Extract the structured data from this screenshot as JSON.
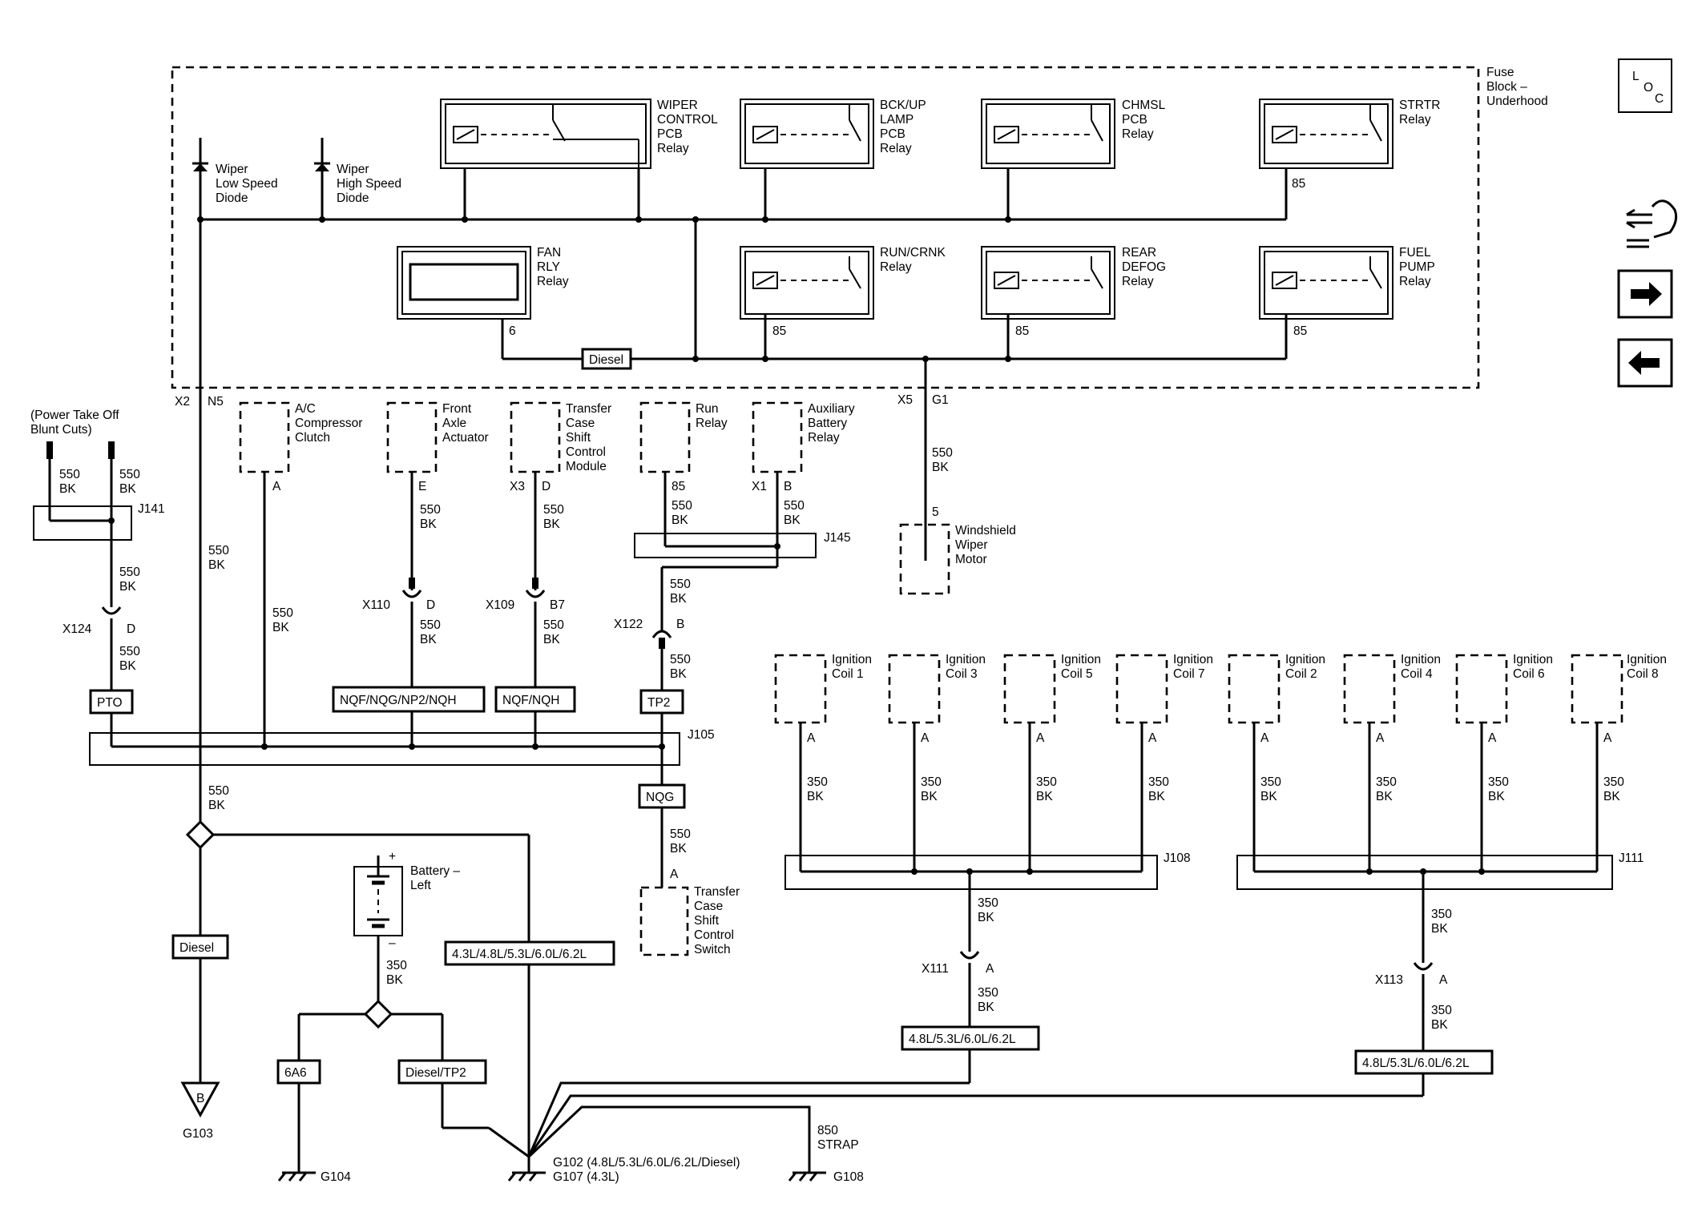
{
  "fuse_block": {
    "line1": "Fuse",
    "line2": "Block –",
    "line3": "Underhood"
  },
  "nav": {
    "loc_l": "L",
    "loc_o": "O",
    "loc_c": "C"
  },
  "relays": {
    "wiper": [
      "WIPER",
      "CONTROL",
      "PCB",
      "Relay"
    ],
    "bckup": [
      "BCK/UP",
      "LAMP",
      "PCB",
      "Relay"
    ],
    "chmsl": [
      "CHMSL",
      "PCB",
      "Relay"
    ],
    "strtr": [
      "STRTR",
      "Relay"
    ],
    "fan": [
      "FAN",
      "RLY",
      "Relay"
    ],
    "runcrnk": [
      "RUN/CRNK",
      "Relay"
    ],
    "reardefog": [
      "REAR",
      "DEFOG",
      "Relay"
    ],
    "fuelpump": [
      "FUEL",
      "PUMP",
      "Relay"
    ]
  },
  "diodes": {
    "low": [
      "Wiper",
      "Low Speed",
      "Diode"
    ],
    "high": [
      "Wiper",
      "High Speed",
      "Diode"
    ]
  },
  "pins": {
    "p85": "85",
    "p6": "6",
    "pA": "A",
    "pB": "B",
    "pD": "D",
    "pE": "E",
    "pB7": "B7",
    "p5": "5",
    "x1": "X1",
    "x2": "X2",
    "x3": "X3",
    "x5": "X5",
    "n5": "N5",
    "g1": "G1"
  },
  "option_labels": {
    "diesel": "Diesel",
    "pto": "PTO",
    "nqf_nqg": "NQF/NQG/NP2/NQH",
    "nqf_nqh": "NQF/NQH",
    "tp2": "TP2",
    "nqg": "NQG",
    "engines_all": "4.3L/4.8L/5.3L/6.0L/6.2L",
    "engines_v8": "4.8L/5.3L/6.0L/6.2L",
    "a6a": "6A6",
    "diesel_tp2": "Diesel/TP2"
  },
  "components": {
    "pto_cuts": [
      "(Power Take Off",
      "Blunt Cuts)"
    ],
    "ac": [
      "A/C",
      "Compressor",
      "Clutch"
    ],
    "front_axle": [
      "Front",
      "Axle",
      "Actuator"
    ],
    "transfer_module": [
      "Transfer",
      "Case",
      "Shift",
      "Control",
      "Module"
    ],
    "run_relay": [
      "Run",
      "Relay"
    ],
    "aux_relay": [
      "Auxiliary",
      "Battery",
      "Relay"
    ],
    "wiper_motor": [
      "Windshield",
      "Wiper",
      "Motor"
    ],
    "transfer_switch": [
      "Transfer",
      "Case",
      "Shift",
      "Control",
      "Switch"
    ],
    "battery": [
      "Battery –",
      "Left"
    ],
    "battery_plus": "+",
    "battery_minus": "–",
    "coils_left": [
      [
        "Ignition",
        "Coil 1"
      ],
      [
        "Ignition",
        "Coil 3"
      ],
      [
        "Ignition",
        "Coil 5"
      ],
      [
        "Ignition",
        "Coil 7"
      ]
    ],
    "coils_right": [
      [
        "Ignition",
        "Coil 2"
      ],
      [
        "Ignition",
        "Coil 4"
      ],
      [
        "Ignition",
        "Coil 6"
      ],
      [
        "Ignition",
        "Coil 8"
      ]
    ]
  },
  "wires": {
    "w550": "550",
    "w350": "350",
    "w850": "850",
    "bk": "BK",
    "strap": "STRAP"
  },
  "splices": {
    "j141": "J141",
    "j145": "J145",
    "j105": "J105",
    "j108": "J108",
    "j111": "J111"
  },
  "connectors": {
    "x124": "X124",
    "x110": "X110",
    "x109": "X109",
    "x122": "X122",
    "x111": "X111",
    "x113": "X113"
  },
  "grounds": {
    "g103": "G103",
    "g104": "G104",
    "g108": "G108",
    "g102": "G102 (4.8L/5.3L/6.0L/6.2L/Diesel)",
    "g107": "G107 (4.3L)",
    "g103_b": "B"
  }
}
